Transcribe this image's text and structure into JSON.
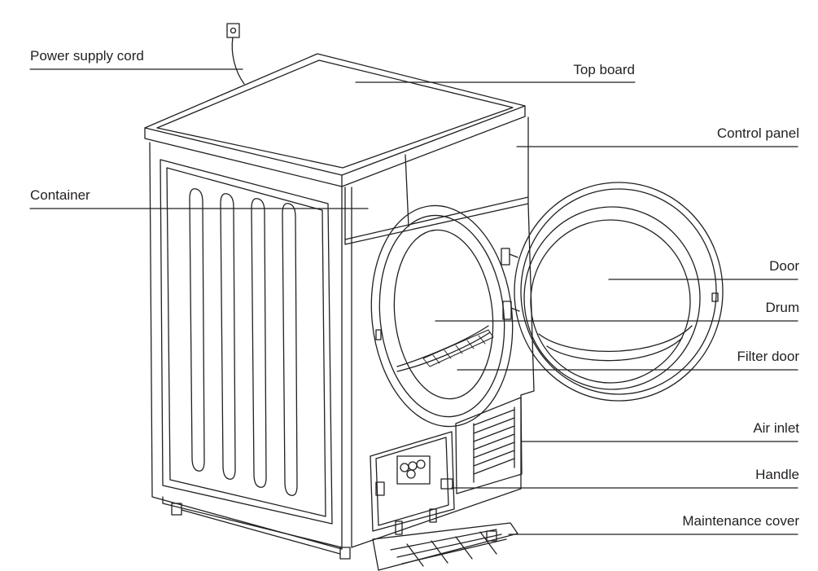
{
  "labels": {
    "power_supply_cord": "Power supply cord",
    "container": "Container",
    "top_board": "Top board",
    "control_panel": "Control panel",
    "door": "Door",
    "drum": "Drum",
    "filter_door": "Filter door",
    "air_inlet": "Air inlet",
    "handle": "Handle",
    "maintenance_cover": "Maintenance cover"
  },
  "colors": {
    "line": "#231f20",
    "background": "#ffffff"
  }
}
